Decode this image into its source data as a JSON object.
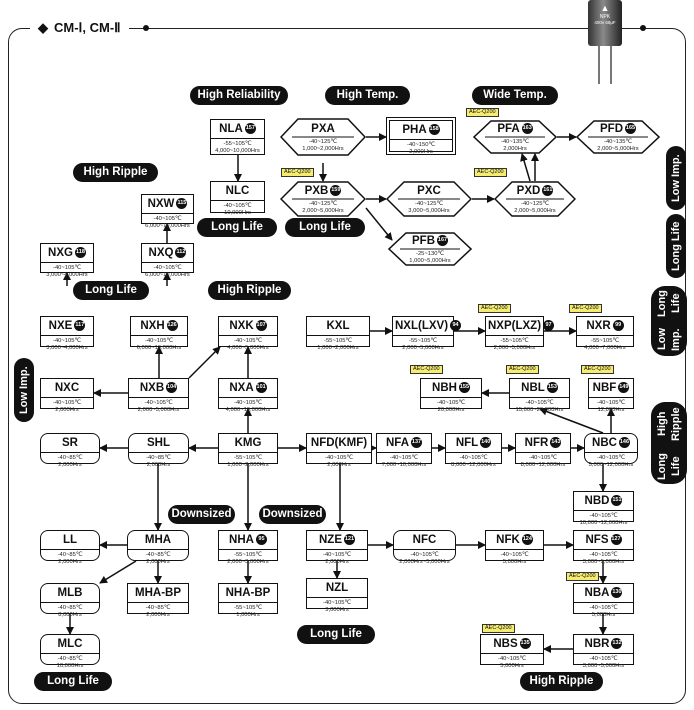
{
  "header": {
    "title": "CM-Ⅰ, CM-Ⅱ"
  },
  "product": {
    "brand": "NPK",
    "spec": "400v 68μF"
  },
  "labels": {
    "high_reliability": "High Reliability",
    "high_temp": "High Temp.",
    "wide_temp": "Wide Temp.",
    "high_ripple_top": "High Ripple",
    "long_life_nlc": "Long Life",
    "long_life_pxb": "Long Life",
    "long_life_nxg": "Long Life",
    "high_ripple_mid": "High Ripple",
    "downsized_1": "Downsized",
    "downsized_2": "Downsized",
    "long_life_nzl": "Long Life",
    "long_life_mlc": "Long Life",
    "high_ripple_bottom": "High Ripple",
    "side_low_imp_right": "Low Imp.",
    "side_long_life_right": "Long Life",
    "side_low_imp_long_life_a": "Low Imp.",
    "side_low_imp_long_life_b": "Long Life",
    "side_long_life_high_ripple_a": "Long Life",
    "side_long_life_high_ripple_b": "High Ripple",
    "side_low_imp_left": "Low Imp."
  },
  "aec": "AEC-Q200",
  "nodes": {
    "NLA": {
      "name": "NLA",
      "num": "157",
      "l1": "-55~105℃",
      "l2": "4,000~10,000Hrs"
    },
    "NLC": {
      "name": "NLC",
      "l1": "-40~105℃",
      "l2": "10,000Hrs"
    },
    "PXA": {
      "name": "PXA",
      "l1": "-40~125℃",
      "l2": "1,000~2,000Hrs"
    },
    "PHA": {
      "name": "PHA",
      "num": "158",
      "l1": "-40~150℃",
      "l2": "2,000Hrs"
    },
    "PFA": {
      "name": "PFA",
      "num": "163",
      "l1": "-40~135℃",
      "l2": "2,000Hrs"
    },
    "PFD": {
      "name": "PFD",
      "num": "165",
      "l1": "-40~135℃",
      "l2": "2,000~5,000Hrs"
    },
    "PXB": {
      "name": "PXB",
      "num": "159",
      "l1": "-40~125℃",
      "l2": "2,000~5,000Hrs"
    },
    "PXC": {
      "name": "PXC",
      "l1": "-40~125℃",
      "l2": "3,000~5,000Hrs"
    },
    "PXD": {
      "name": "PXD",
      "num": "161",
      "l1": "-40~125℃",
      "l2": "2,000~5,000Hrs"
    },
    "PFB": {
      "name": "PFB",
      "num": "167",
      "l1": "-25~130℃",
      "l2": "1,000~5,000Hrs"
    },
    "NXW": {
      "name": "NXW",
      "num": "115",
      "l1": "-40~105℃",
      "l2": "6,000~10,000Hrs"
    },
    "NXG": {
      "name": "NXG",
      "num": "118",
      "l1": "-40~105℃",
      "l2": "3,000~4,000Hrs"
    },
    "NXQ": {
      "name": "NXQ",
      "num": "112",
      "l1": "-40~105℃",
      "l2": "6,000~10,000Hrs"
    },
    "NXE": {
      "name": "NXE",
      "num": "117",
      "l1": "-40~105℃",
      "l2": "3,000~4,000Hrs"
    },
    "NXH": {
      "name": "NXH",
      "num": "126",
      "l1": "-40~105℃",
      "l2": "6,000~10,000Hrs"
    },
    "NXK": {
      "name": "NXK",
      "num": "107",
      "l1": "-40~105℃",
      "l2": "4,000~5,000Hrs"
    },
    "KXL": {
      "name": "KXL",
      "l1": "-55~105℃",
      "l2": "1,000~2,000Hrs"
    },
    "NXL": {
      "name": "NXL(LXV)",
      "num": "94",
      "l1": "-55~105℃",
      "l2": "2,000~5,000Hrs"
    },
    "NXP": {
      "name": "NXP(LXZ)",
      "num": "97",
      "l1": "-55~105℃",
      "l2": "2,000~5,000Hrs"
    },
    "NXR": {
      "name": "NXR",
      "num": "99",
      "l1": "-55~105℃",
      "l2": "4,000~7,000Hrs"
    },
    "NXC": {
      "name": "NXC",
      "l1": "-40~105℃",
      "l2": "2,000Hrs"
    },
    "NXB": {
      "name": "NXB",
      "num": "104",
      "l1": "-40~105℃",
      "l2": "2,000~5,000Hrs"
    },
    "NXA": {
      "name": "NXA",
      "num": "101",
      "l1": "-40~105℃",
      "l2": "4,000~10,000Hrs"
    },
    "NBH": {
      "name": "NBH",
      "num": "155",
      "l1": "-40~105℃",
      "l2": "20,000Hrs"
    },
    "NBL": {
      "name": "NBL",
      "num": "153",
      "l1": "-40~105℃",
      "l2": "15,000~20,000Hrs"
    },
    "NBF": {
      "name": "NBF",
      "num": "149",
      "l1": "-40~105℃",
      "l2": "12,000Hrs"
    },
    "SR": {
      "name": "SR",
      "l1": "-40~85℃",
      "l2": "2,000Hrs"
    },
    "SHL": {
      "name": "SHL",
      "l1": "-40~85℃",
      "l2": "2,000Hrs"
    },
    "KMG": {
      "name": "KMG",
      "l1": "-55~105℃",
      "l2": "1,000~2,000Hrs"
    },
    "NFD": {
      "name": "NFD(KMF)",
      "l1": "-40~105℃",
      "l2": "2,000Hrs"
    },
    "NFA": {
      "name": "NFA",
      "num": "137",
      "l1": "-40~105℃",
      "l2": "7,000~10,000Hrs"
    },
    "NFL": {
      "name": "NFL",
      "num": "140",
      "l1": "-40~105℃",
      "l2": "8,000~12,000Hrs"
    },
    "NFR": {
      "name": "NFR",
      "num": "143",
      "l1": "-40~105℃",
      "l2": "8,000~12,000Hrs"
    },
    "NBC": {
      "name": "NBC",
      "num": "146",
      "l1": "-40~105℃",
      "l2": "5,000~12,000Hrs"
    },
    "NBD": {
      "name": "NBD",
      "num": "151",
      "l1": "-40~105℃",
      "l2": "10,000~12,000Hrs"
    },
    "LL": {
      "name": "LL",
      "l1": "-40~85℃",
      "l2": "2,000Hrs"
    },
    "MHA": {
      "name": "MHA",
      "l1": "-40~85℃",
      "l2": "2,000Hrs"
    },
    "NHA": {
      "name": "NHA",
      "num": "95",
      "l1": "-55~105℃",
      "l2": "2,000~3,000Hrs"
    },
    "NZE": {
      "name": "NZE",
      "num": "121",
      "l1": "-40~105℃",
      "l2": "2,000Hrs"
    },
    "NFC": {
      "name": "NFC",
      "l1": "-40~105℃",
      "l2": "2,000Hrs~5,000Hrs"
    },
    "NFK": {
      "name": "NFK",
      "num": "124",
      "l1": "-40~105℃",
      "l2": "5,000Hrs"
    },
    "NFS": {
      "name": "NFS",
      "num": "127",
      "l1": "-40~105℃",
      "l2": "3,000~5,000Hrs"
    },
    "MLB": {
      "name": "MLB",
      "l1": "-40~85℃",
      "l2": "8,000Hrs"
    },
    "MHABP": {
      "name": "MHA-BP",
      "l1": "-40~85℃",
      "l2": "2,000Hrs"
    },
    "NHABP": {
      "name": "NHA-BP",
      "l1": "-55~105℃",
      "l2": "1,000Hrs"
    },
    "NZL": {
      "name": "NZL",
      "l1": "-40~105℃",
      "l2": "3,000Hrs"
    },
    "NBA": {
      "name": "NBA",
      "num": "130",
      "l1": "-40~105℃",
      "l2": "5,000Hrs"
    },
    "MLC": {
      "name": "MLC",
      "l1": "-40~85℃",
      "l2": "10,000Hrs"
    },
    "NBS": {
      "name": "NBS",
      "num": "135",
      "l1": "-40~105℃",
      "l2": "5,000Hrs"
    },
    "NBR": {
      "name": "NBR",
      "num": "132",
      "l1": "-40~105℃",
      "l2": "3,000~5,000Hrs"
    }
  }
}
